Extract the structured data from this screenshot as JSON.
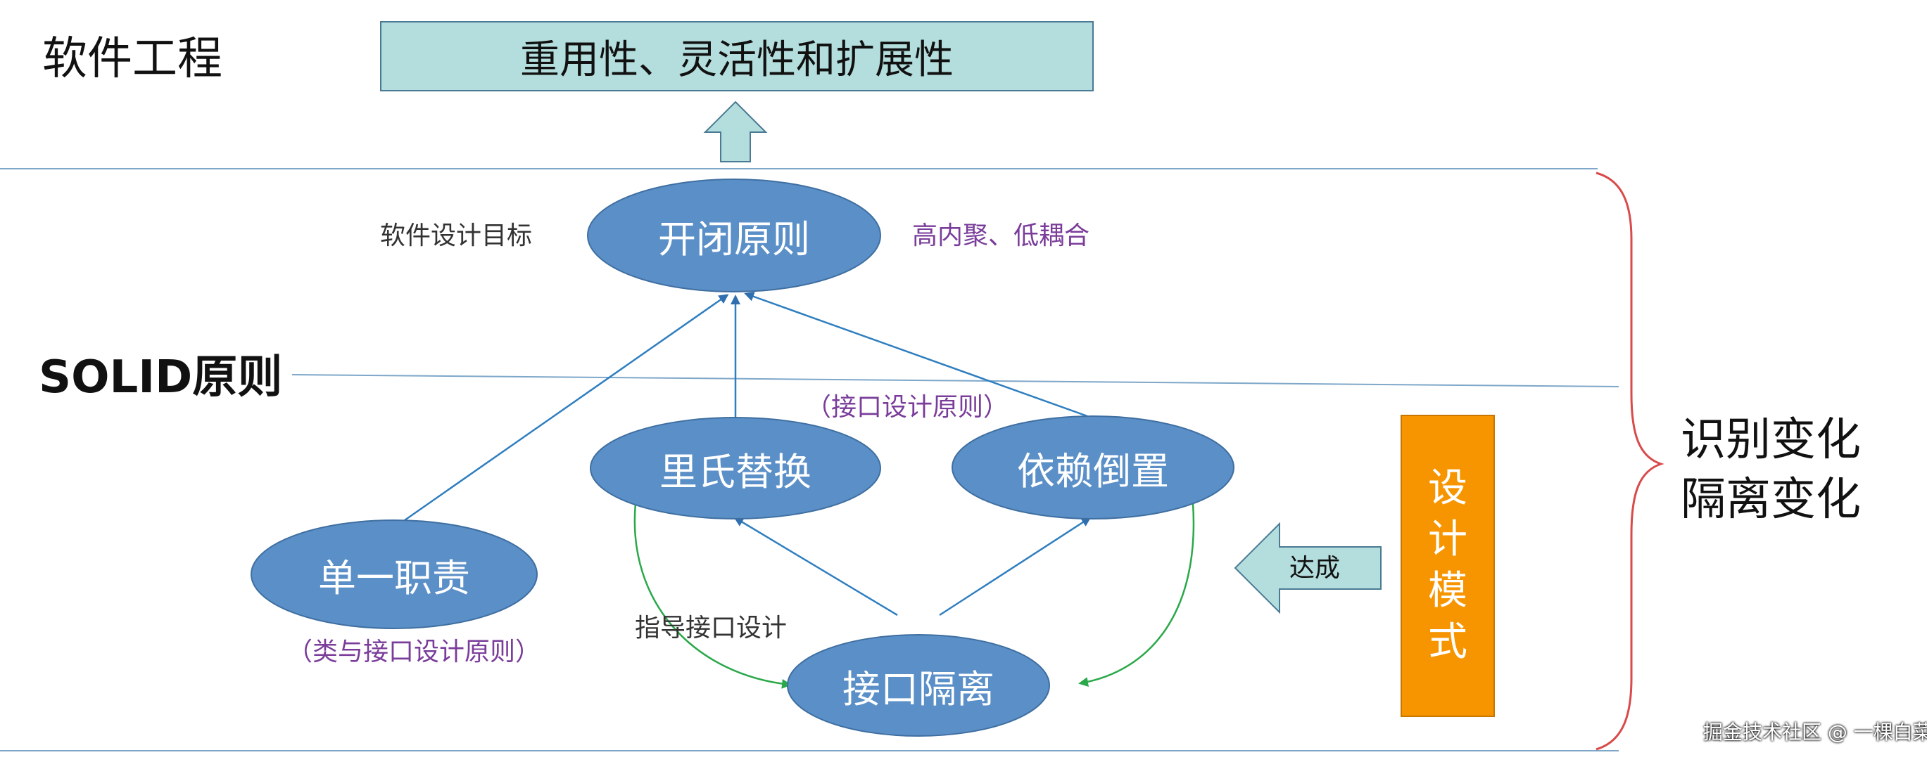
{
  "layers": {
    "software_engineering": "软件工程",
    "solid": "SOLID原则"
  },
  "goal_box": "重用性、灵活性和扩展性",
  "principles": {
    "ocp": "开闭原则",
    "lsp": "里氏替换",
    "dip": "依赖倒置",
    "srp": "单一职责",
    "isp": "接口隔离"
  },
  "annotations": {
    "design_goal": "软件设计目标",
    "cohesion": "高内聚、低耦合",
    "interface_design": "（接口设计原则）",
    "class_interface_design": "（类与接口设计原则）",
    "guide_interface": "指导接口设计",
    "achieve": "达成"
  },
  "design_patterns": "设计模式",
  "right_side": {
    "line1": "识别变化",
    "line2": "隔离变化"
  },
  "watermark": "掘金技术社区 @ 一棵白菜",
  "colors": {
    "ellipse": "#5b8fc7",
    "goal": "#b4dedd",
    "orange": "#f79500",
    "arrow_blue": "#2f7ebf",
    "arrow_green": "#2aa84a",
    "purple_text": "#7a3d9a",
    "brace": "#d94a4a"
  }
}
